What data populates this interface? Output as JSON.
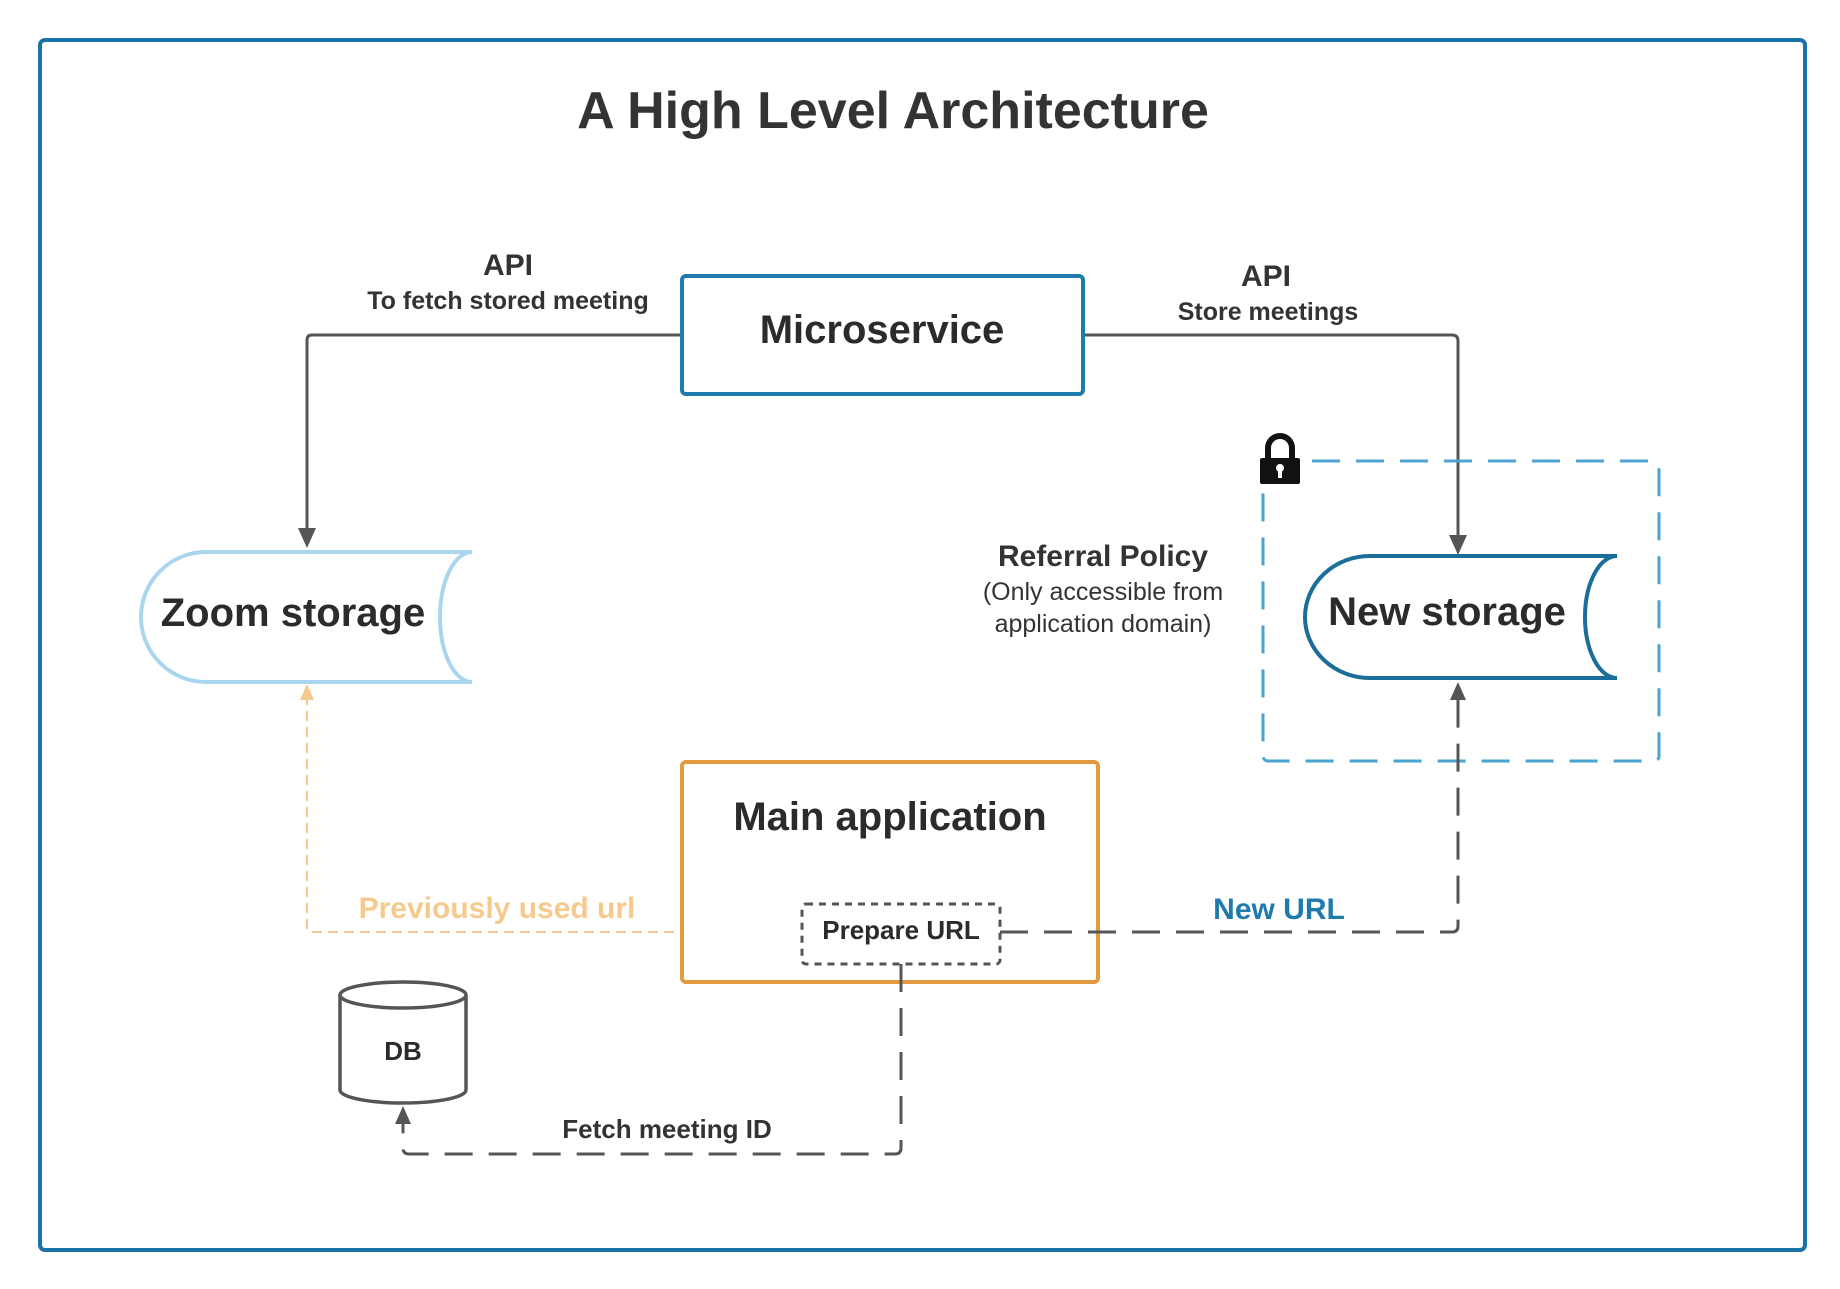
{
  "title": "A High Level Architecture",
  "nodes": {
    "microservice": "Microservice",
    "zoom_storage": "Zoom storage",
    "new_storage": "New storage",
    "main_application": "Main application",
    "prepare_url": "Prepare URL",
    "db": "DB"
  },
  "edges": {
    "fetch_api": {
      "title": "API",
      "subtitle": "To fetch stored meeting"
    },
    "store_api": {
      "title": "API",
      "subtitle": "Store meetings"
    },
    "previously_used_url": "Previously used url",
    "new_url": "New URL",
    "fetch_meeting_id": "Fetch meeting ID"
  },
  "referral_policy": {
    "title": "Referral Policy",
    "line1": "(Only accessible from",
    "line2": "application domain)"
  },
  "icons": {
    "lock": "lock-icon"
  },
  "colors": {
    "frame": "#1a74a8",
    "microservice_border": "#1f7bab",
    "zoom_storage_border": "#a9d6ee",
    "new_storage_border": "#1a6e99",
    "secure_zone": "#4aa3d2",
    "main_app_border": "#e39a3f",
    "connector": "#555555",
    "previously_used_url": "#f6c98d",
    "new_url": "#1f7bab"
  }
}
